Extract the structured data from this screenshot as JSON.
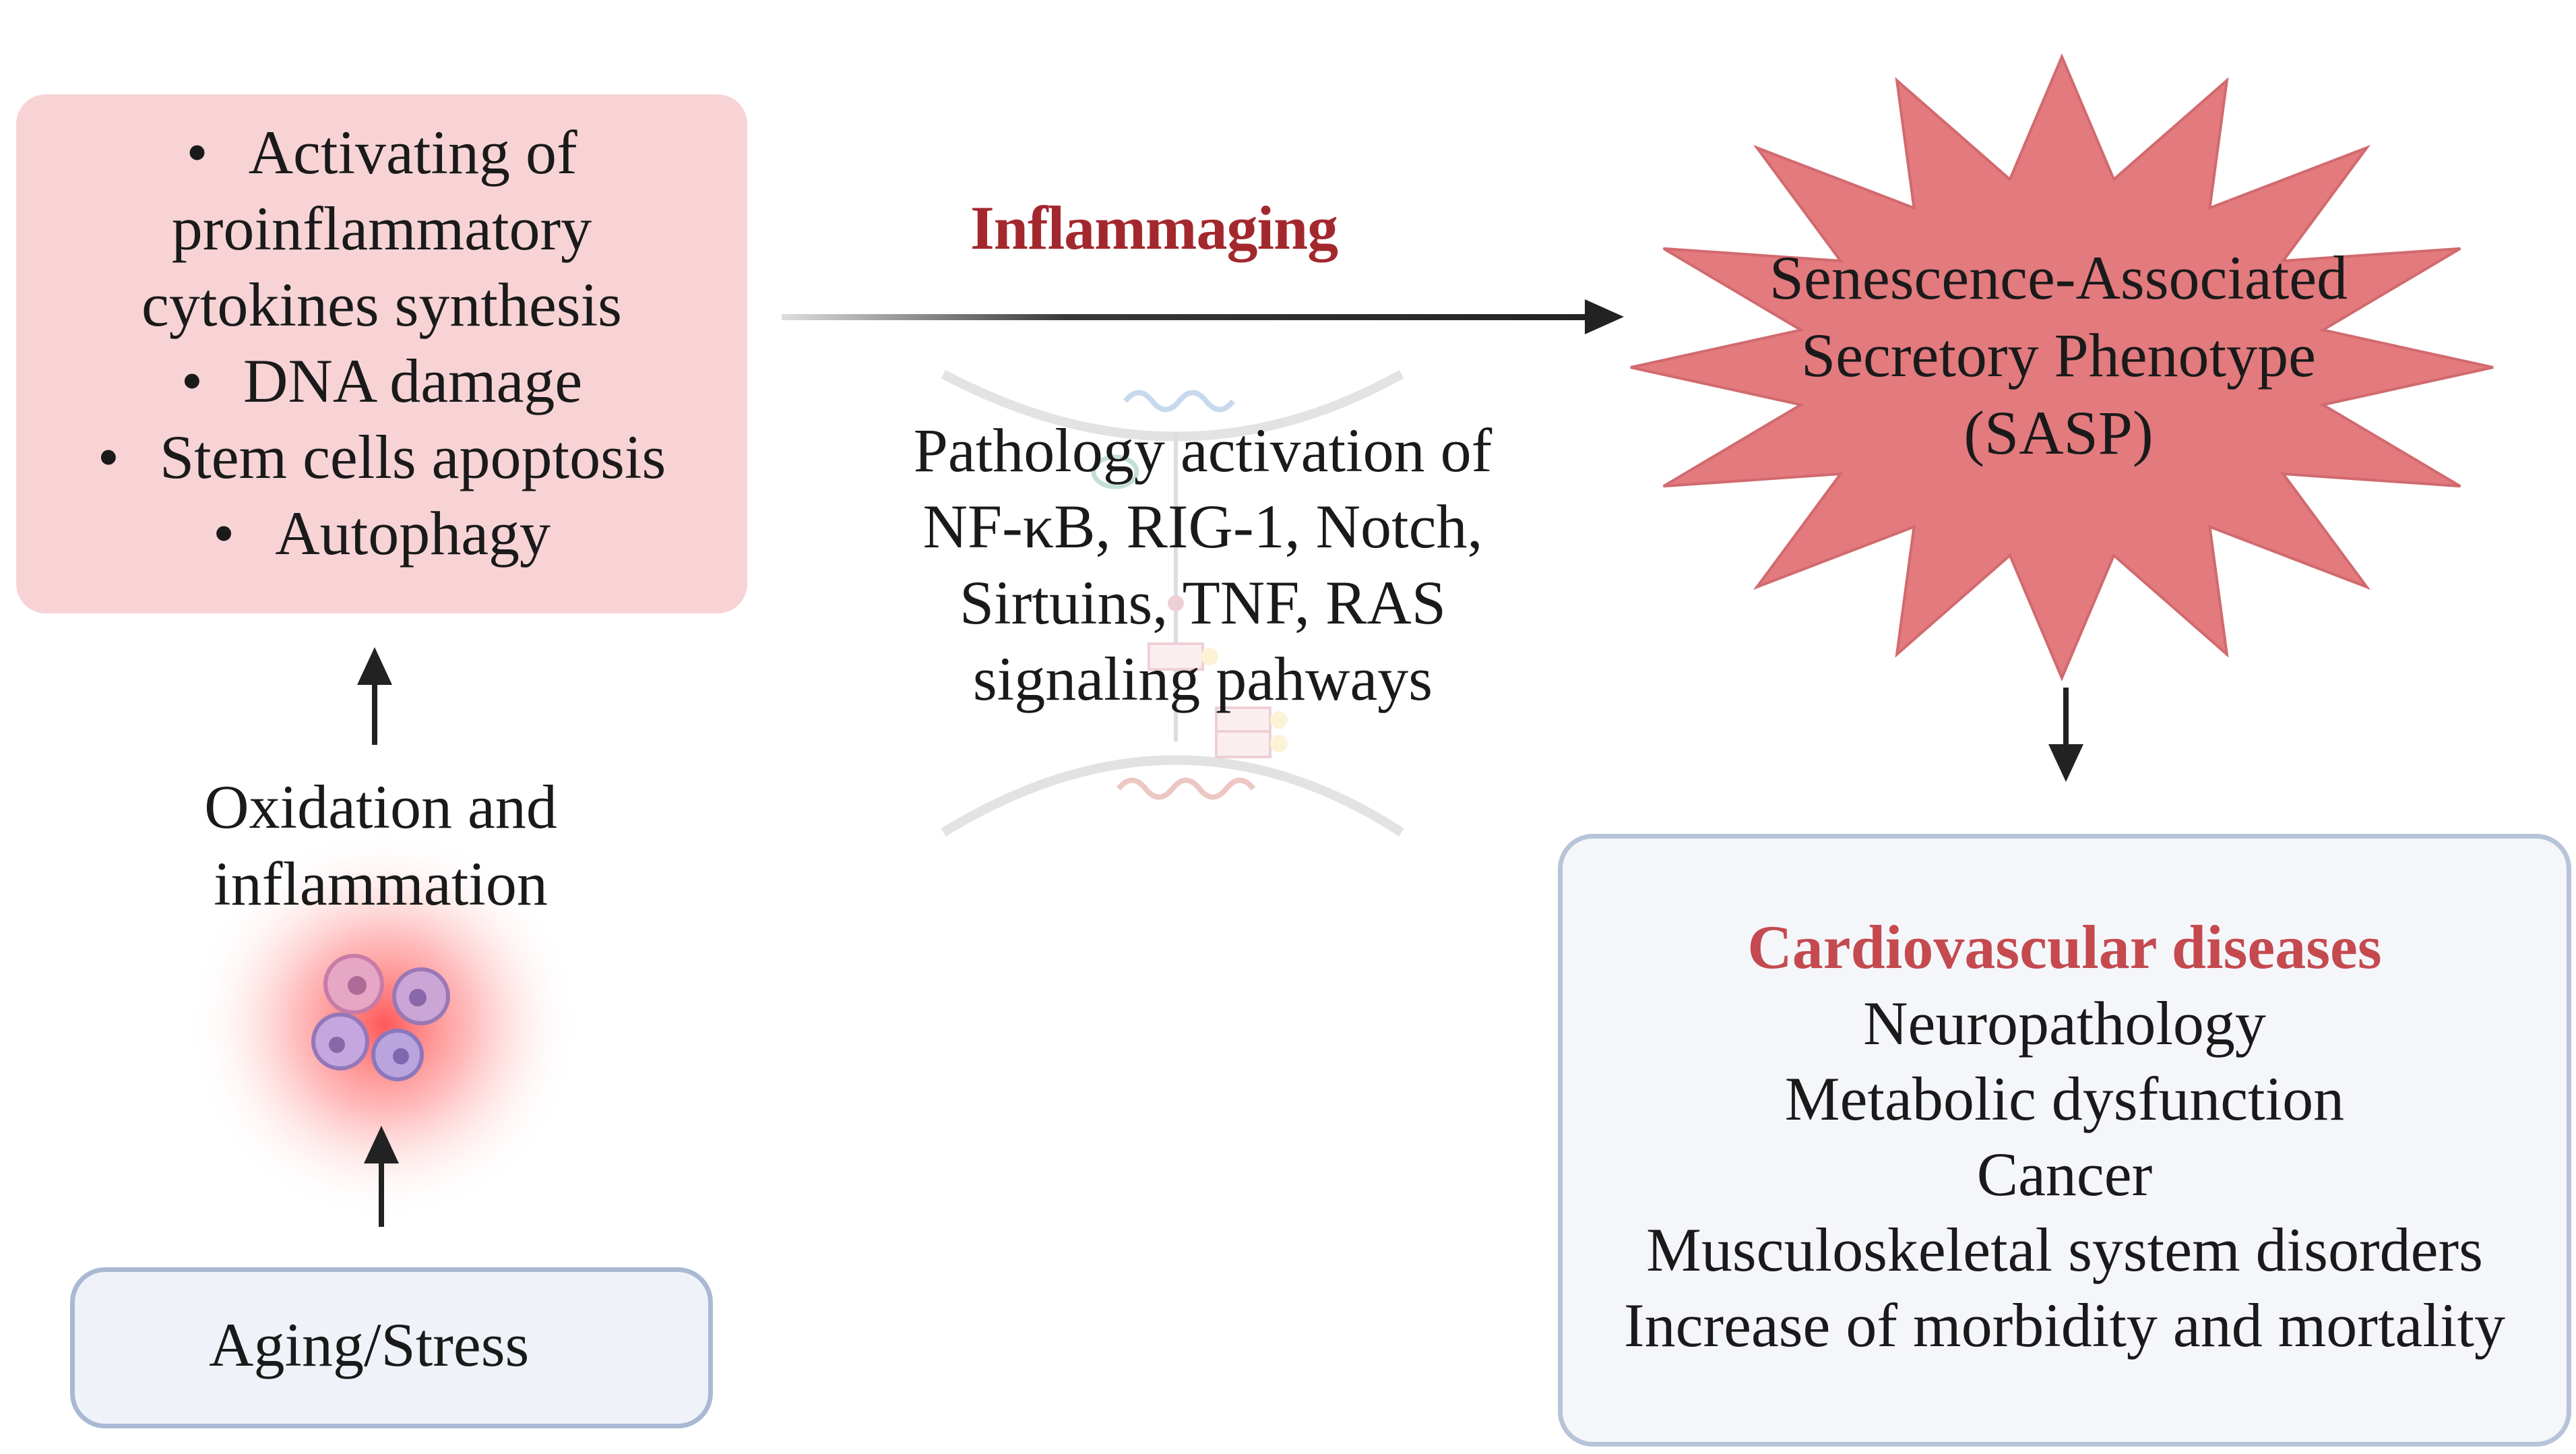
{
  "left_box": {
    "items": [
      "Activating of",
      "proinflammatory",
      "cytokines synthesis",
      "DNA damage",
      "Stem cells apoptosis",
      "Autophagy"
    ],
    "bullet": "•"
  },
  "oxidation": {
    "line1": "Oxidation and",
    "line2": "inflammation"
  },
  "aging": {
    "label": "Aging/Stress",
    "icons": [
      "hourglass-icon",
      "lightning-icon"
    ],
    "icon_colors": {
      "hourglass": "#2a8fc4",
      "lightning": "#f08a1c"
    }
  },
  "inflammaging": {
    "label": "Inflammaging",
    "color": "#a3282e"
  },
  "pathways": {
    "lines": [
      "Pathology activation of",
      "NF-κB, RIG-1, Notch,",
      "Sirtuins, TNF, RAS",
      "signaling pahways"
    ]
  },
  "sasp": {
    "lines": [
      "Senescence-Associated",
      "Secretory Phenotype",
      "(SASP)"
    ],
    "color": "#e27a7e"
  },
  "outcomes": {
    "title": "Cardiovascular diseases",
    "title_color": "#c44a4f",
    "items": [
      "Neuropathology",
      "Metabolic dysfunction",
      "Cancer",
      "Musculoskeletal system disorders",
      "Increase of morbidity and mortality"
    ]
  }
}
